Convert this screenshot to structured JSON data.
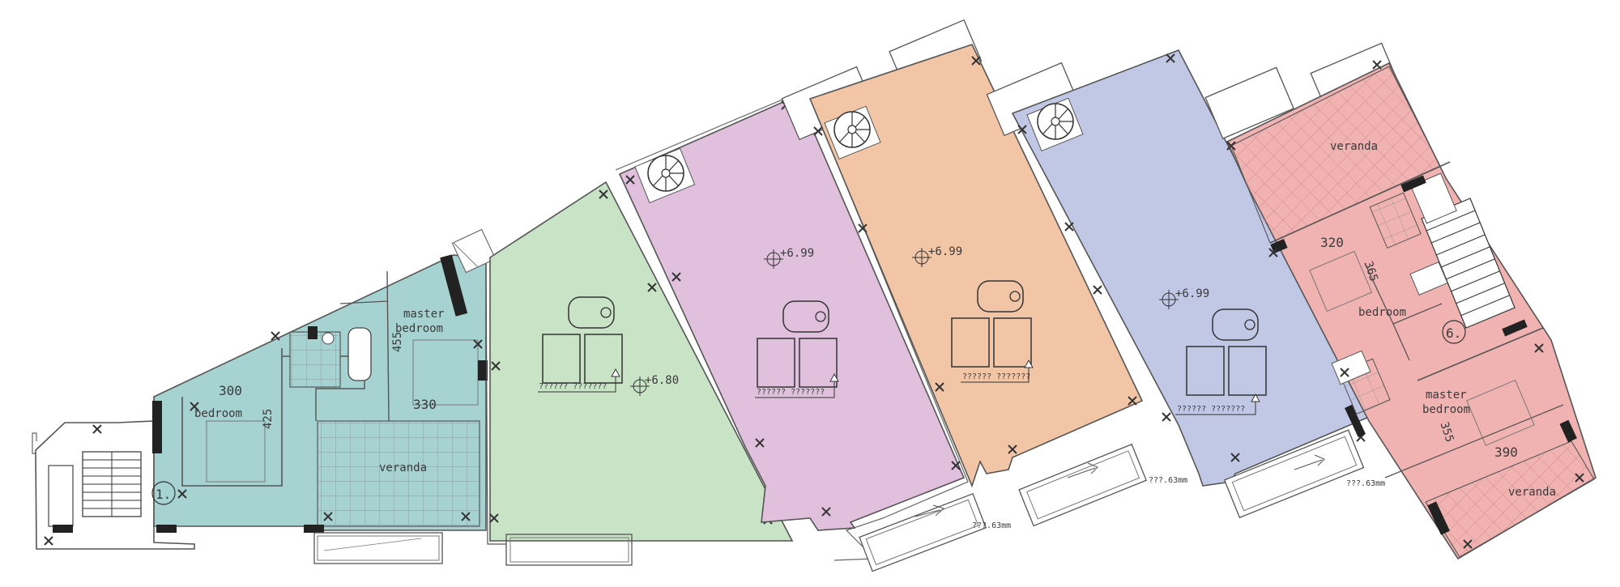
{
  "colors": {
    "teal": "#a7d2d2",
    "green": "#c9e3c6",
    "pink": "#e1c0dd",
    "orange": "#f1c5a6",
    "blue": "#c1c8e6",
    "red": "#f1b3b2"
  },
  "units": {
    "u1": {
      "number": "1.",
      "bedroom": "bedroom",
      "bedroom_w": "300",
      "bedroom_h": "425",
      "master1": "master",
      "master2": "bedroom",
      "master_w": "330",
      "master_h": "455",
      "veranda": "veranda"
    },
    "u2": {
      "level": "+6.80",
      "label": "?????? ???????"
    },
    "u3": {
      "level": "+6.99",
      "label": "?????? ???????",
      "dim": "???.63mm"
    },
    "u4": {
      "level": "+6.99",
      "label": "?????? ???????"
    },
    "u5": {
      "level": "+6.99",
      "label": "?????? ???????",
      "dim": "???.63mm",
      "dim2": "???.63mm"
    },
    "u6": {
      "number": "6.",
      "veranda_top": "veranda",
      "bedroom": "bedroom",
      "bedroom_w": "320",
      "bedroom_h": "365",
      "master1": "master",
      "master2": "bedroom",
      "master_w": "390",
      "master_h": "355",
      "veranda_bottom": "veranda"
    }
  }
}
